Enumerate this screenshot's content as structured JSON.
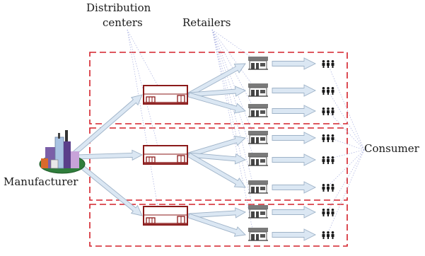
{
  "labels": {
    "distribution_line1": "Distribution",
    "distribution_line2": "centers",
    "retailers": "Retailers",
    "consumer": "Consumer",
    "manufacturer": "Manufacturer"
  },
  "colors": {
    "group_border": "#d4202a",
    "center_building": "#8b1a1a",
    "store_roof": "#6e6e6e",
    "arrow_fill": "#dbe7f3",
    "arrow_stroke": "#9fb3c8",
    "leader_line": "#a9b0e0",
    "people": "#1a1a1a"
  },
  "structure": {
    "groups": [
      {
        "center": "distribution-center-1",
        "retailer_count": 3
      },
      {
        "center": "distribution-center-2",
        "retailer_count": 3
      },
      {
        "center": "distribution-center-3",
        "retailer_count": 2
      }
    ]
  }
}
